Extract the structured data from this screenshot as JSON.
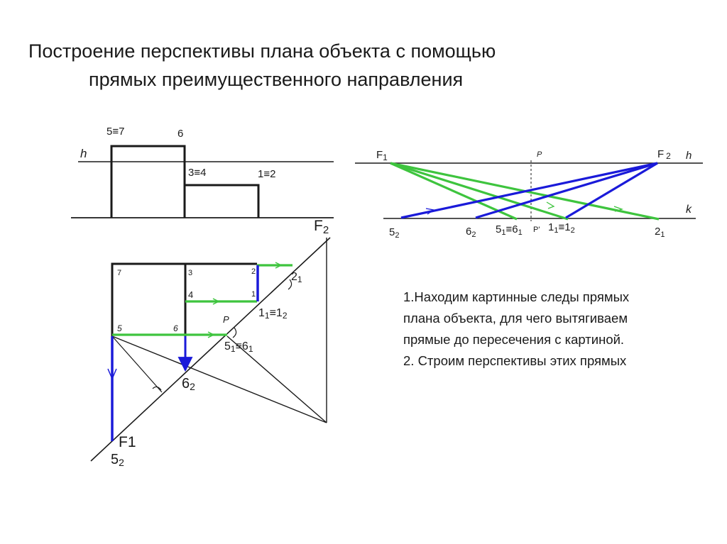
{
  "title": {
    "line1": "Построение перспективы плана  объекта с помощью",
    "line2": "прямых преимущественного направления"
  },
  "colors": {
    "ink": "#1a1a1a",
    "green": "#3ec43e",
    "blue": "#1a1ad9"
  },
  "elevation_labels": {
    "h": "h",
    "p57": "5≡7",
    "p6": "6",
    "p34": "3≡4",
    "p12": "1≡2"
  },
  "plan_labels": {
    "n7": "7",
    "n3": "3",
    "n2": "2",
    "n4": "4",
    "n1": "1",
    "n5": "5",
    "n6": "6",
    "P": "P",
    "F2": "F",
    "F2_sub": "2",
    "t21": "2",
    "t21_sub": "1",
    "t11": "1",
    "t11_sub": "1",
    "t11_mid": "≡1",
    "t11_sub2": "2",
    "t51": "5",
    "t51_sub": "1",
    "t51_mid": "≡6",
    "t51_sub2": "1",
    "t62": "6",
    "t62_sub": "2",
    "F1": "F1",
    "t52": "5",
    "t52_sub": "2"
  },
  "perspective_labels": {
    "F1": "F",
    "F1_sub": "1",
    "P": "P",
    "F2": "F",
    "F2_sub": "2",
    "h": "h",
    "k": "k",
    "P1": "P'",
    "b52": "5",
    "b52_sub": "2",
    "b62": "6",
    "b62_sub": "2",
    "b51": "5",
    "b51_sub": "1",
    "b51_mid": "≡6",
    "b51_sub2": "1",
    "b11": "1",
    "b11_sub": "1",
    "b11_mid": "≡1",
    "b11_sub2": "2",
    "b21": "2",
    "b21_sub": "1"
  },
  "explanation": [
    "1.Находим картинные следы прямых",
    "плана объекта, для чего вытягиваем",
    "прямые до пересечения с картиной.",
    "2. Строим перспективы этих прямых"
  ]
}
